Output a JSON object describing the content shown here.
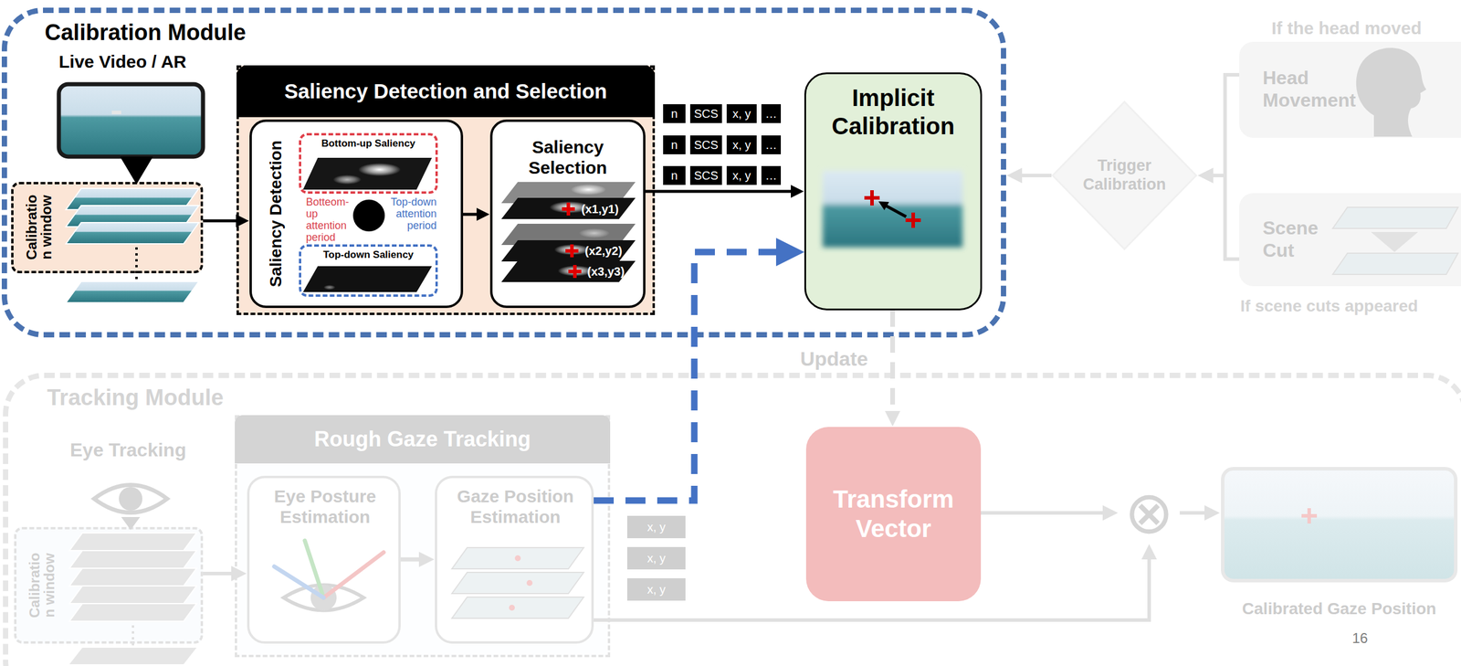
{
  "diagram": {
    "nodes": [
      {
        "text": [
          "Calibration Module"
        ]
      },
      {
        "text": [
          "Calibratio n window"
        ],
        "in": 0
      },
      {
        "text": [
          "Saliency Detection and Selection"
        ],
        "in": 0
      },
      {
        "text": [
          "Saliency Detection"
        ],
        "in": 2
      },
      {
        "text": [
          "Bottom-up Saliency"
        ],
        "in": 3
      },
      {
        "text": [
          "Top-down Saliency"
        ],
        "in": 3
      },
      {
        "text": [
          "Saliency Selection"
        ],
        "in": 2
      },
      {
        "text": [
          "Implicit Calibration"
        ],
        "in": 0
      },
      {
        "text": [
          "Trigger Calibration"
        ]
      },
      {
        "text": [
          "Head Movement"
        ]
      },
      {
        "text": [
          "Scene Cut"
        ]
      },
      {
        "text": [
          "Tracking Module"
        ]
      },
      {
        "text": [
          "Calibratio n window"
        ],
        "in": 11
      },
      {
        "text": [
          "Rough Gaze Tracking"
        ],
        "in": 11
      },
      {
        "text": [
          "Eye Posture Estimation"
        ],
        "in": 13
      },
      {
        "text": [
          "Gaze Position Estimation"
        ],
        "in": 13
      },
      {
        "text": [
          "Transform Vector"
        ],
        "in": 11
      },
      {
        "text": [
          "⊗"
        ],
        "in": 11
      },
      {
        "text": [
          "Calibrated Gaze Position"
        ],
        "in": 11
      }
    ],
    "edges": [
      {
        "from": 1,
        "to": 3,
        "arrow": "to"
      },
      {
        "from": 3,
        "to": 6,
        "arrow": "to"
      },
      {
        "from": 6,
        "to": 7,
        "arrow": "to"
      },
      {
        "from": 15,
        "to": 7,
        "arrow": "to"
      },
      {
        "from": 7,
        "to": 16,
        "arrow": "to",
        "label": "Update"
      },
      {
        "from": 8,
        "to": 0,
        "arrow": "to"
      },
      {
        "from": 9,
        "to": 8,
        "arrow": "to"
      },
      {
        "from": 10,
        "to": 8,
        "arrow": "to"
      },
      {
        "from": 12,
        "to": 14,
        "arrow": "to"
      },
      {
        "from": 14,
        "to": 15,
        "arrow": "to"
      },
      {
        "from": 16,
        "to": 17,
        "arrow": "to"
      },
      {
        "from": 15,
        "to": 17,
        "arrow": "to"
      },
      {
        "from": 17,
        "to": 18,
        "arrow": "to"
      }
    ],
    "labels": [
      "Live Video / AR",
      "Botteom-up attention period",
      "Top-down attention period",
      "(x1,y1)",
      "(x2,y2)",
      "(x3,y3)",
      "n",
      "SCS",
      "x, y",
      "…",
      "n",
      "SCS",
      "x, y",
      "…",
      "n",
      "SCS",
      "x, y",
      "…",
      "If the head moved",
      "If scene cuts appeared",
      "Eye Tracking",
      "x, y",
      "x, y",
      "x, y",
      "16"
    ]
  }
}
